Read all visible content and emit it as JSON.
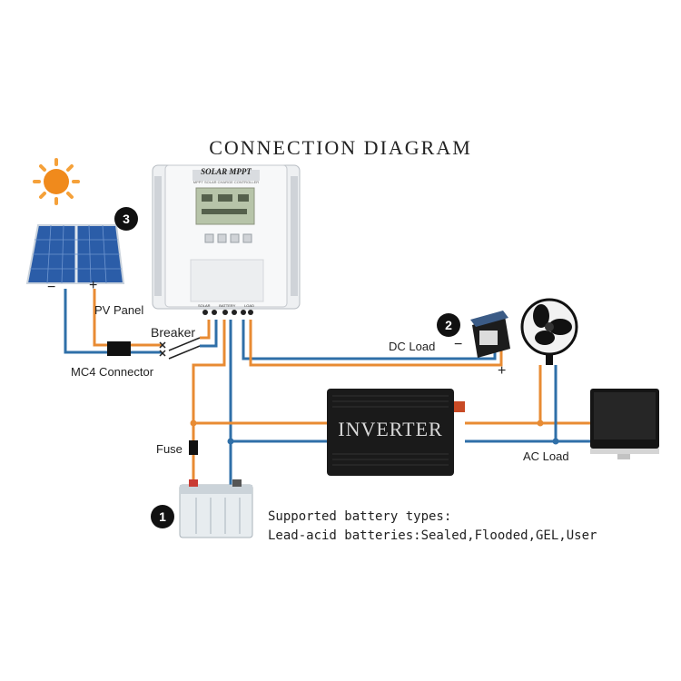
{
  "title": "CONNECTION DIAGRAM",
  "controller": {
    "brand": "SOLAR MPPT",
    "subtitle": "MPPT SOLAR CHARGE CONTROLLER",
    "terminals": [
      "SOLAR",
      "BATTERY",
      "LOAD"
    ]
  },
  "inverter": {
    "label": "INVERTER"
  },
  "labels": {
    "pv_panel": "PV Panel",
    "breaker": "Breaker",
    "mc4_connector": "MC4 Connector",
    "dc_load": "DC Load",
    "ac_load": "AC Load",
    "fuse": "Fuse",
    "minus": "−",
    "plus": "+"
  },
  "badges": {
    "battery": "1",
    "dc_load": "2",
    "pv_panel": "3"
  },
  "battery_note": {
    "line1": "Supported battery types:",
    "line2": "Lead-acid batteries:Sealed,Flooded,GEL,User"
  },
  "colors": {
    "positive_wire": "#e88b33",
    "negative_wire": "#2f6fa8"
  }
}
